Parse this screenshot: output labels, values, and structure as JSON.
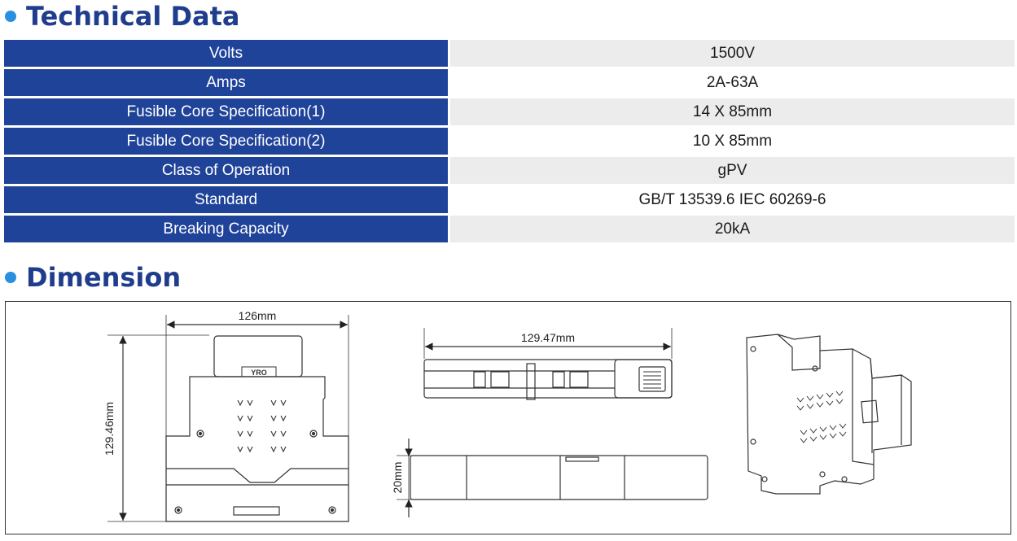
{
  "technical": {
    "title": "Technical Data",
    "rows": [
      {
        "label": "Volts",
        "value": "1500V"
      },
      {
        "label": "Amps",
        "value": "2A-63A"
      },
      {
        "label": "Fusible Core Specification(1)",
        "value": "14 X 85mm"
      },
      {
        "label": "Fusible Core Specification(2)",
        "value": "10 X 85mm"
      },
      {
        "label": "Class of Operation",
        "value": "gPV"
      },
      {
        "label": "Standard",
        "value": "GB/T 13539.6 IEC 60269-6"
      },
      {
        "label": "Breaking Capacity",
        "value": "20kA"
      }
    ]
  },
  "dimension": {
    "title": "Dimension",
    "front_width": "126mm",
    "front_height": "129.46mm",
    "side_length": "129.47mm",
    "side_height": "20mm",
    "brand_mark": "YRO"
  },
  "colors": {
    "title_text": "#1f3d8c",
    "bullet": "#2a8fe0",
    "label_cell": "#20439a",
    "value_cell_alt": "#ececec"
  }
}
